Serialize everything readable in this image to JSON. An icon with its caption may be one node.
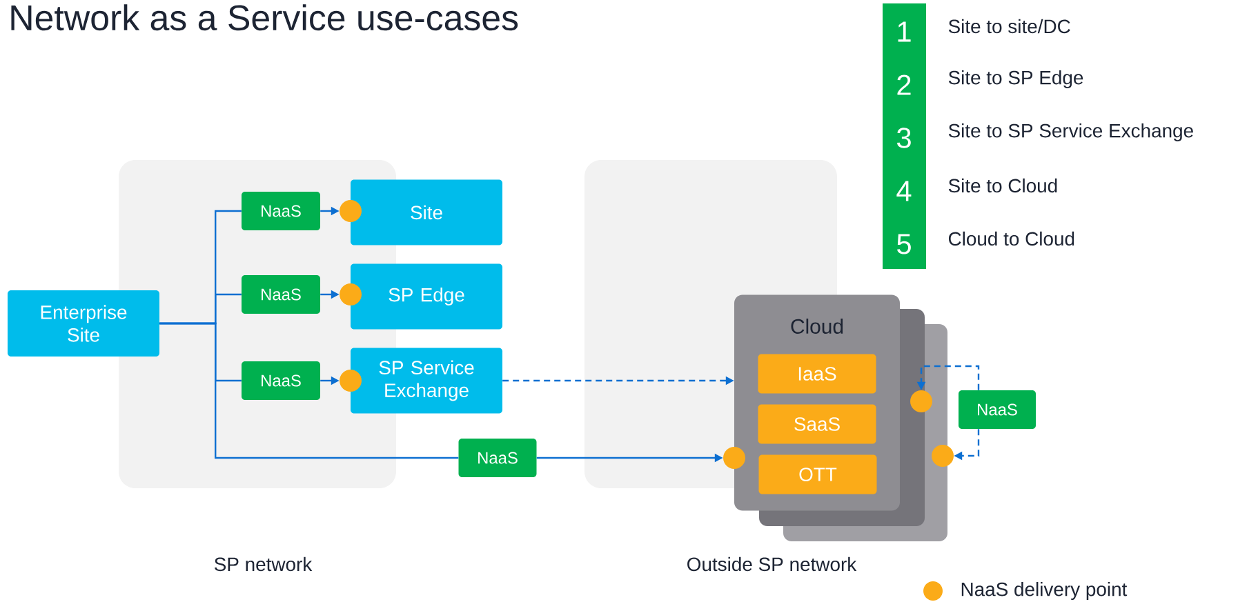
{
  "diagram": {
    "title": "Network as a Service use-cases",
    "nodes": [
      {
        "text": [
          "Enterprise Site"
        ]
      },
      {
        "text": [
          "NaaS"
        ]
      },
      {
        "text": [],
        "shape": "circle"
      },
      {
        "text": [
          "Site"
        ]
      },
      {
        "text": [
          "NaaS"
        ]
      },
      {
        "text": [],
        "shape": "circle"
      },
      {
        "text": [
          "SP Edge"
        ]
      },
      {
        "text": [
          "NaaS"
        ]
      },
      {
        "text": [],
        "shape": "circle"
      },
      {
        "text": [
          "SP Service Exchange"
        ]
      },
      {
        "text": [
          "NaaS"
        ]
      },
      {
        "text": [
          "Cloud"
        ]
      },
      {
        "text": [
          "IaaS"
        ],
        "in": 11
      },
      {
        "text": [
          "SaaS"
        ],
        "in": 11
      },
      {
        "text": [
          "OTT"
        ],
        "in": 11
      },
      {
        "text": [],
        "shape": "circle"
      },
      {
        "text": [],
        "shape": "circle"
      },
      {
        "text": [
          "NaaS"
        ]
      },
      {
        "text": [],
        "shape": "circle"
      }
    ],
    "edges": [
      {
        "from": 0,
        "to": 1,
        "arrow": "none"
      },
      {
        "from": 0,
        "to": 4,
        "arrow": "none"
      },
      {
        "from": 0,
        "to": 7,
        "arrow": "none"
      },
      {
        "from": 0,
        "to": 10,
        "arrow": "none"
      },
      {
        "from": 1,
        "to": 2,
        "arrow": "to"
      },
      {
        "from": 4,
        "to": 5,
        "arrow": "to"
      },
      {
        "from": 7,
        "to": 8,
        "arrow": "to"
      },
      {
        "from": 10,
        "to": 15,
        "arrow": "to"
      },
      {
        "from": 9,
        "to": 11,
        "arrow": "to",
        "style": "dashed"
      },
      {
        "from": 17,
        "to": 16,
        "arrow": "to",
        "style": "dashed"
      },
      {
        "from": 17,
        "to": 18,
        "arrow": "to",
        "style": "dashed"
      }
    ],
    "labels": [
      "1",
      "Site to site/DC",
      "2",
      "Site to SP Edge",
      "3",
      "Site to SP Service Exchange",
      "4",
      "Site to Cloud",
      "5",
      "Cloud to Cloud",
      "SP network",
      "Outside SP network"
    ],
    "legend": [
      {
        "text": "NaaS delivery point",
        "color": "#fbab18"
      }
    ]
  }
}
